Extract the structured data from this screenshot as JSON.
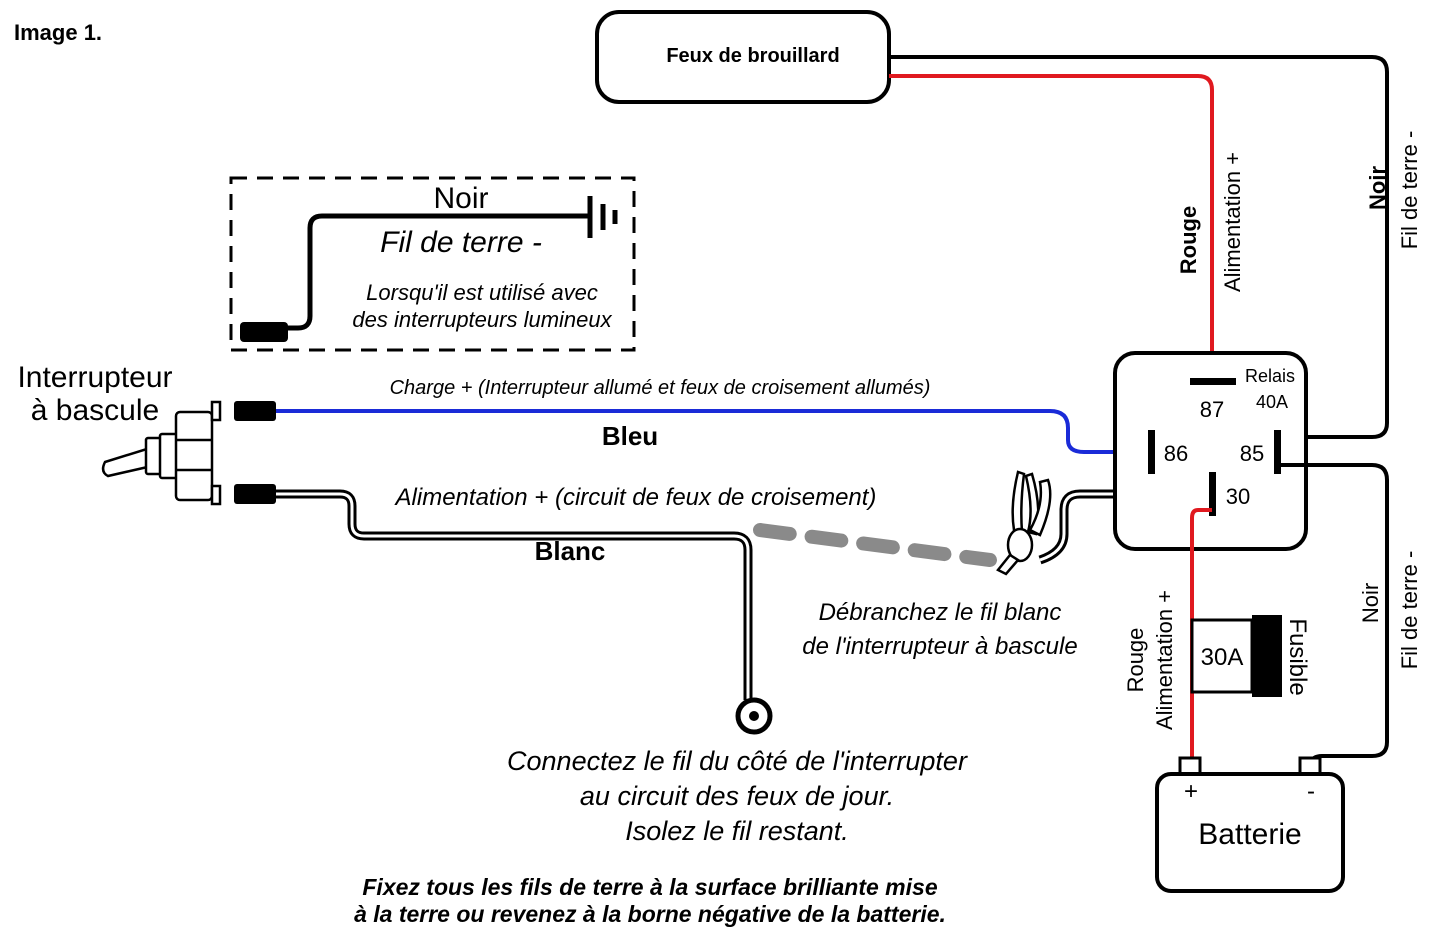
{
  "image_label": "Image 1.",
  "fog_lights": "Feux de brouillard",
  "inset": {
    "wire_color": "Noir",
    "wire_name": "Fil de terre -",
    "note_line1": "Lorsqu'il est utilisé avec",
    "note_line2": "des interrupteurs lumineux"
  },
  "switch": {
    "line1": "Interrupteur",
    "line2": "à bascule"
  },
  "blue_wire": {
    "desc": "Charge + (Interrupteur allumé et feux de croisement allumés)",
    "color": "Bleu"
  },
  "white_wire": {
    "desc": "Alimentation + (circuit de feux de croisement)",
    "color": "Blanc"
  },
  "disconnect_note": {
    "line1": "Débranchez le fil blanc",
    "line2": "de l'interrupteur à bascule"
  },
  "connect_note": {
    "line1": "Connectez le fil du côté de l'interrupter",
    "line2": "au circuit des feux de jour.",
    "line3": "Isolez le fil restant."
  },
  "footer": {
    "line1": "Fixez tous les fils de terre à la surface brilliante mise",
    "line2": "à la terre ou revenez à la borne négative de la batterie."
  },
  "relay": {
    "name": "Relais",
    "rating": "40A",
    "pin87": "87",
    "pin86": "86",
    "pin85": "85",
    "pin30": "30"
  },
  "top_red": {
    "color": "Rouge",
    "name": "Alimentation +"
  },
  "top_black": {
    "color": "Noir",
    "name": "Fil de terre -"
  },
  "low_red": {
    "color": "Rouge",
    "name": "Alimentation +"
  },
  "low_black": {
    "color": "Noir",
    "name": "Fil de terre -"
  },
  "fuse": {
    "rating": "30A",
    "name": "Fusible"
  },
  "battery": {
    "name": "Batterie",
    "plus": "+",
    "minus": "-"
  },
  "colors": {
    "red": "#e0191f",
    "blue": "#1a2bd8",
    "black": "#000000",
    "grey_dash": "#8a8a8a"
  }
}
